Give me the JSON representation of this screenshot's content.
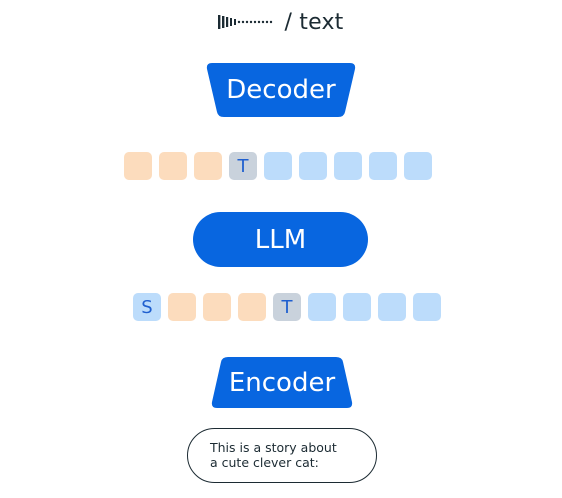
{
  "output_label": {
    "icon": "audio-waveform-icon",
    "text": "/ text"
  },
  "decoder": {
    "label": "Decoder"
  },
  "top_tokens": [
    {
      "color": "orange",
      "text": ""
    },
    {
      "color": "orange",
      "text": ""
    },
    {
      "color": "orange",
      "text": ""
    },
    {
      "color": "grey",
      "text": "T"
    },
    {
      "color": "blue",
      "text": ""
    },
    {
      "color": "blue",
      "text": ""
    },
    {
      "color": "blue",
      "text": ""
    },
    {
      "color": "blue",
      "text": ""
    },
    {
      "color": "blue",
      "text": ""
    }
  ],
  "llm": {
    "label": "LLM"
  },
  "bottom_tokens": [
    {
      "color": "blue",
      "text": "S"
    },
    {
      "color": "orange",
      "text": ""
    },
    {
      "color": "orange",
      "text": ""
    },
    {
      "color": "orange",
      "text": ""
    },
    {
      "color": "grey",
      "text": "T"
    },
    {
      "color": "blue",
      "text": ""
    },
    {
      "color": "blue",
      "text": ""
    },
    {
      "color": "blue",
      "text": ""
    },
    {
      "color": "blue",
      "text": ""
    }
  ],
  "encoder": {
    "label": "Encoder"
  },
  "prompt": {
    "text": "This is a story about\na cute clever cat:"
  },
  "colors": {
    "primary_blue": "#0866e0",
    "token_orange": "#fcdcbd",
    "token_blue": "#bcdcfb",
    "token_grey": "#c9d2dc",
    "token_text": "#1f5fcf",
    "dark_text": "#1c2b33"
  }
}
